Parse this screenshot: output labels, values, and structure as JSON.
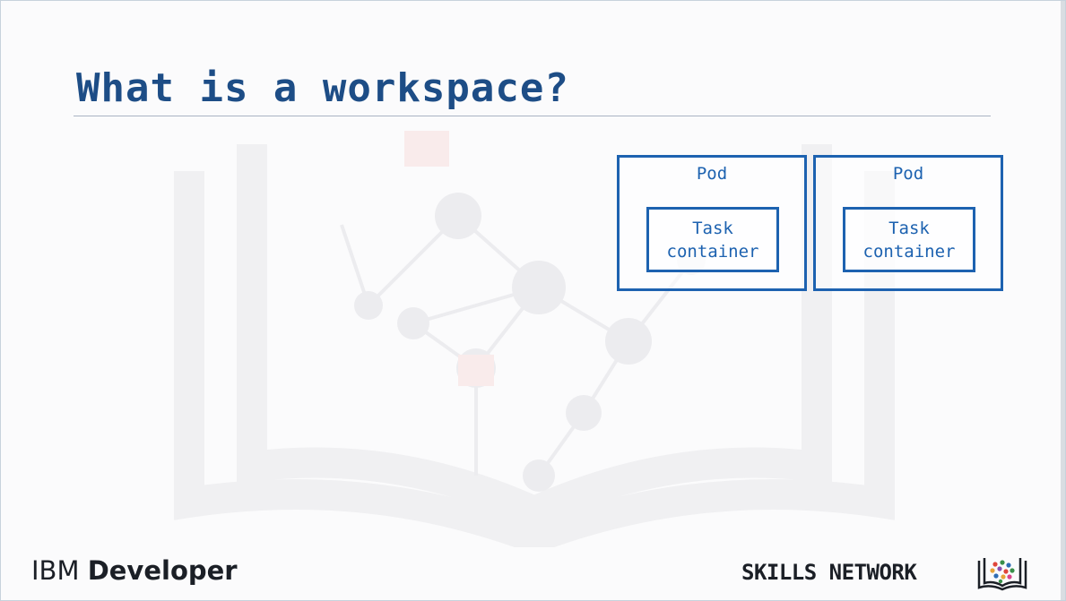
{
  "slide": {
    "title": "What is a workspace?"
  },
  "diagram": {
    "pods": [
      {
        "label": "Pod",
        "task_line1": "Task",
        "task_line2": "container"
      },
      {
        "label": "Pod",
        "task_line1": "Task",
        "task_line2": "container"
      }
    ],
    "colors": {
      "title": "#1d4d86",
      "box_stroke": "#1d62b0"
    }
  },
  "footer": {
    "brand_left_part1": "IBM",
    "brand_left_part2": "Developer",
    "brand_right": "SKILLS NETWORK",
    "logo_icon": "skills-network-book-icon",
    "watermark_icon": "network-book-watermark-icon"
  }
}
